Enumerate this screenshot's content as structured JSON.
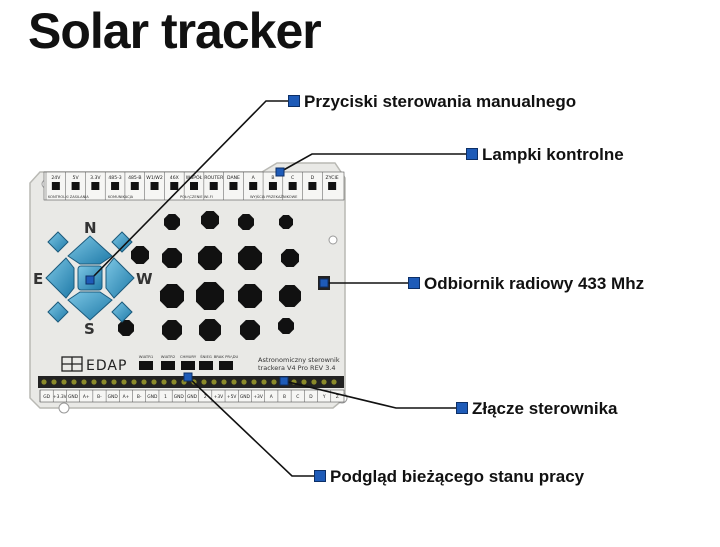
{
  "title": "Solar tracker",
  "callouts": {
    "manual_buttons": "Przyciski sterowania manualnego",
    "indicator_lamps": "Lampki kontrolne",
    "radio_receiver": "Odbiornik radiowy 433 Mhz",
    "controller_connector": "Złącze sterownika",
    "status_preview": "Podgląd bieżącego stanu pracy"
  },
  "board": {
    "directions": {
      "n": "N",
      "e": "E",
      "w": "W",
      "s": "S"
    },
    "brand": "EDAP",
    "model_line1": "Astronomiczny sterownik",
    "model_line2": "trackera V4 Pro REV 3.4",
    "top_labels": [
      "24V",
      "5V",
      "3.3V",
      "485-3",
      "485-B",
      "W1/W2",
      "46X",
      "WSPÓŁ",
      "ROUTER",
      "DANE",
      "A",
      "B",
      "C",
      "D",
      "ZYCIE"
    ],
    "top_groups": [
      "KONTROLKI ZASILANIA",
      "KOMUNIKACJA",
      "POŁĄCZENIE WI-FI",
      "WYJŚCIA PRZEKAŹNIKOWE"
    ],
    "status_labels": [
      "WIATR1",
      "WIATR2",
      "CHMURY",
      "ŚNIEG",
      "BRAK PRĄDU"
    ],
    "bottom_labels": [
      "GD",
      "+3.3V",
      "GND",
      "A+",
      "B-",
      "GND",
      "A+",
      "B-",
      "GND",
      "1",
      "GND",
      "GND",
      "2",
      "+3V",
      "+5V",
      "GND",
      "+3V",
      "A",
      "B",
      "C",
      "D",
      "Y",
      "Z"
    ]
  },
  "colors": {
    "marker": "#1e5bb8",
    "button": "#3fa0c8",
    "board": "#e9e9e6"
  }
}
